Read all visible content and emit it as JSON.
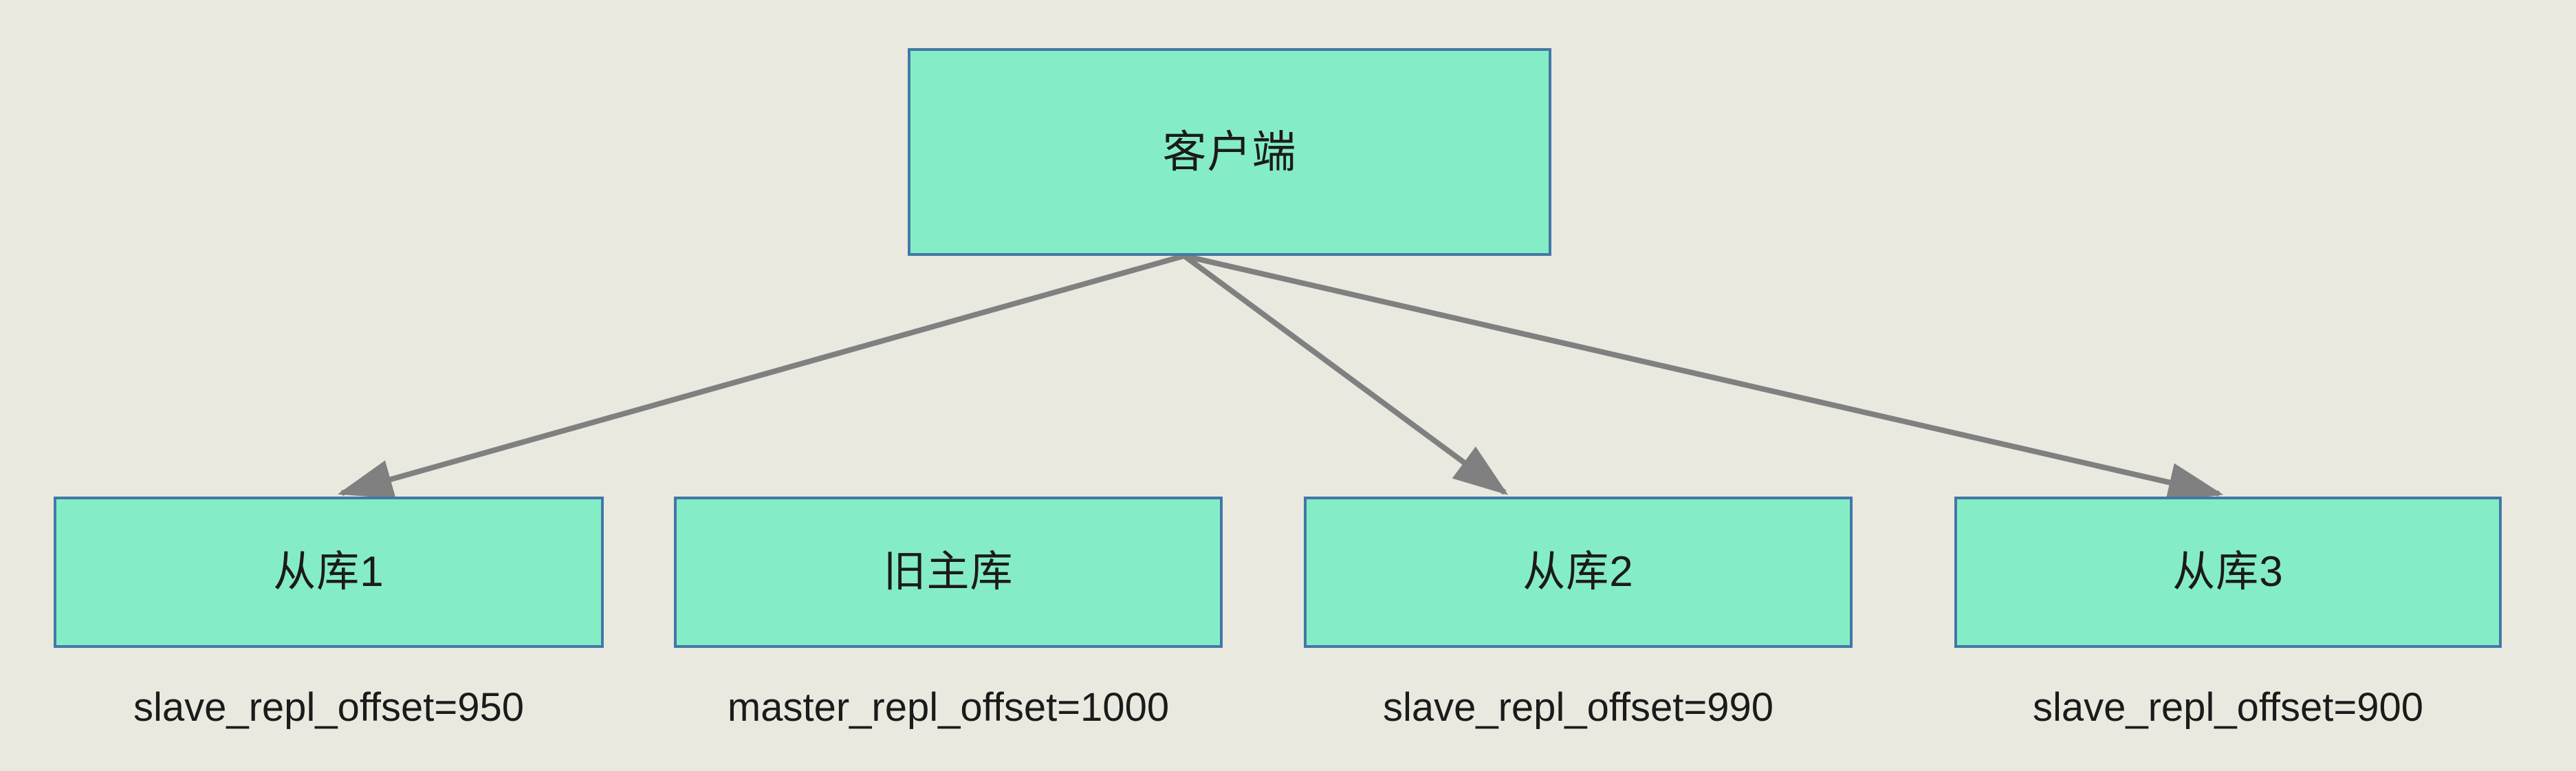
{
  "diagram": {
    "title": "Redis replication offsets diagram",
    "background_color": "#eae9df",
    "node_fill_color": "#85edc5",
    "node_border_color": "#4278a8",
    "edge_color": "#808080",
    "text_color": "#1b1b1b"
  },
  "client": {
    "label": "客户端"
  },
  "nodes": [
    {
      "id": "slave1",
      "label": "从库1",
      "offset_label": "slave_repl_offset=950",
      "offset_key": "slave_repl_offset",
      "offset_value": 950,
      "has_incoming_arrow": true
    },
    {
      "id": "old-master",
      "label": "旧主库",
      "offset_label": "master_repl_offset=1000",
      "offset_key": "master_repl_offset",
      "offset_value": 1000,
      "has_incoming_arrow": false
    },
    {
      "id": "slave2",
      "label": "从库2",
      "offset_label": "slave_repl_offset=990",
      "offset_key": "slave_repl_offset",
      "offset_value": 990,
      "has_incoming_arrow": true
    },
    {
      "id": "slave3",
      "label": "从库3",
      "offset_label": "slave_repl_offset=900",
      "offset_key": "slave_repl_offset",
      "offset_value": 900,
      "has_incoming_arrow": true
    }
  ],
  "edges": [
    {
      "from": "client",
      "to": "slave1"
    },
    {
      "from": "client",
      "to": "slave2"
    },
    {
      "from": "client",
      "to": "slave3"
    }
  ]
}
